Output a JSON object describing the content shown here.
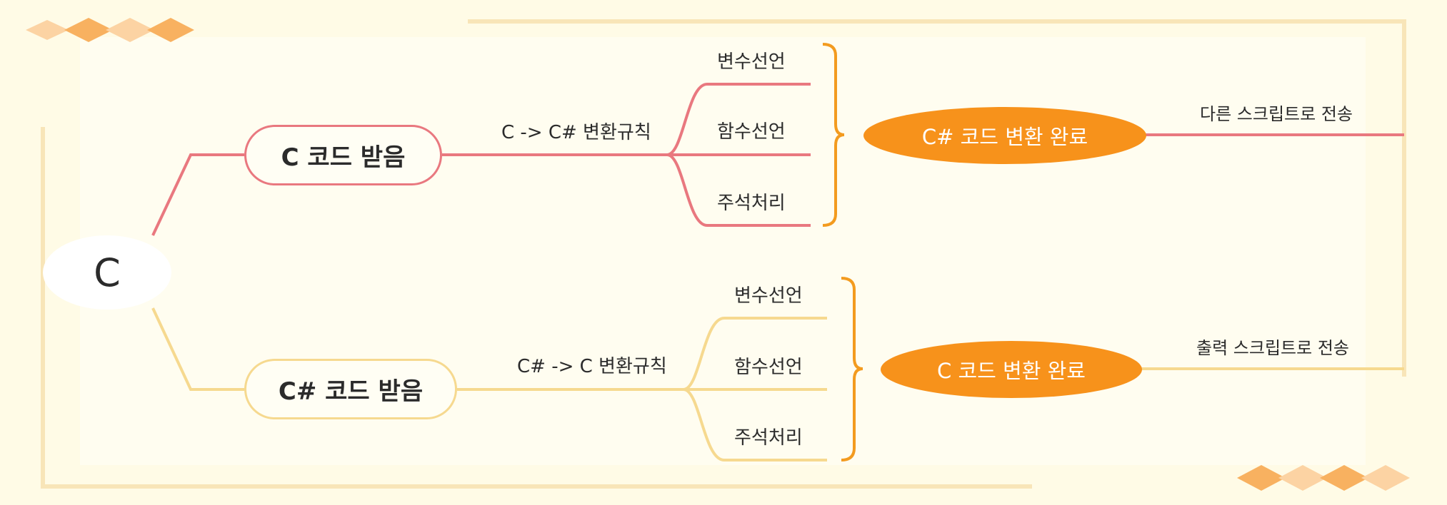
{
  "colors": {
    "background": "#fffbe6",
    "panel": "#fffdf0",
    "frame": "#f8e5b8",
    "branch_top": "#e9787f",
    "branch_bottom": "#f6d98f",
    "bracket": "#f39b1f",
    "result_fill": "#f7921b",
    "deco_dark": "#f8b160",
    "deco_light": "#fcd3a3"
  },
  "root": {
    "label": "C"
  },
  "branches": [
    {
      "label": "C 코드 받음",
      "rule_label": "C -> C# 변환규칙",
      "items": [
        "변수선언",
        "함수선언",
        "주석처리"
      ],
      "result": "C# 코드 변환 완료",
      "output": "다른 스크립트로 전송"
    },
    {
      "label": "C# 코드 받음",
      "rule_label": "C# -> C 변환규칙",
      "items": [
        "변수선언",
        "함수선언",
        "주석처리"
      ],
      "result": "C 코드 변환 완료",
      "output": "출력 스크립트로 전송"
    }
  ]
}
